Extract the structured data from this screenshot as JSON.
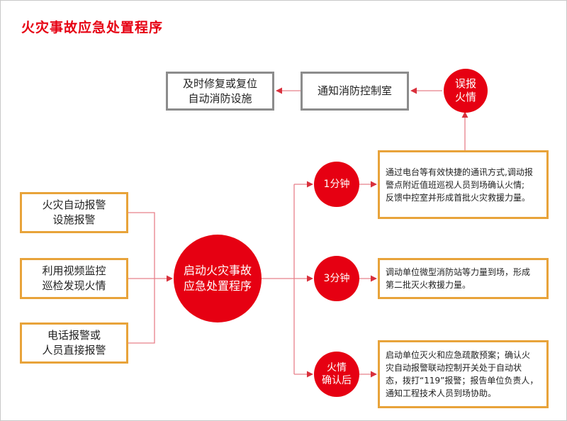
{
  "title": "火灾事故应急处置程序",
  "sources": [
    {
      "line1": "火灾自动报警",
      "line2": "设施报警"
    },
    {
      "line1": "利用视频监控",
      "line2": "巡检发现火情"
    },
    {
      "line1": "电话报警或",
      "line2": "人员直接报警"
    }
  ],
  "center": {
    "line1": "启动火灾事故",
    "line2": "应急处置程序"
  },
  "stages": [
    {
      "label1": "1分钟",
      "label2": ""
    },
    {
      "label1": "3分钟",
      "label2": ""
    },
    {
      "label1": "火情",
      "label2": "确认后"
    }
  ],
  "actions": [
    {
      "lines": [
        "通过电台等有效快捷的通讯方式,调动报",
        "警点附近值班巡视人员到场确认火情;",
        "反馈中控室并形成首批火灾救援力量。"
      ]
    },
    {
      "lines": [
        "调动单位微型消防站等力量到场，形成",
        "第二批灭火救援力量。"
      ]
    },
    {
      "lines": [
        "启动单位灭火和应急疏散预案；确认火",
        "灾自动报警联动控制开关处于自动状",
        "态，拨打“119”报警；报告单位负责人，",
        "通知工程技术人员到场协助。"
      ]
    }
  ],
  "false_alarm": {
    "line1": "误报",
    "line2": "火情"
  },
  "notify": {
    "label": "通知消防控制室"
  },
  "restore": {
    "line1": "及时修复或复位",
    "line2": "自动消防设施"
  },
  "colors": {
    "red": "#e60012",
    "orange": "#e8a33a",
    "gray": "#8c8c8c",
    "connector": "#e8808a"
  }
}
